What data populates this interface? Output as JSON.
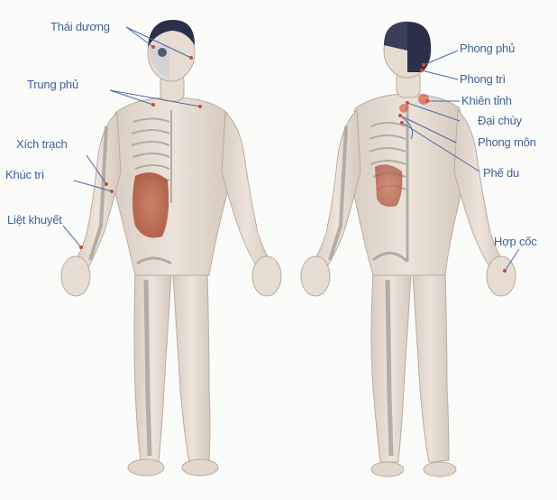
{
  "colors": {
    "label_text": "#3f5f9a",
    "leader_line": "#4a6aa8",
    "skin": "#e8ddd3",
    "skin_shadow": "#cfc2b6",
    "bone": "#d7d4cc",
    "organ": "#c0674a",
    "hair": "#2b2f4a",
    "point": "#d04a3a"
  },
  "front_labels": {
    "thai_duong": "Thái dương",
    "trung_phu": "Trung phủ",
    "xich_trach": "Xích trạch",
    "khuc_tri": "Khúc trì",
    "liet_khuyet": "Liệt khuyết"
  },
  "back_labels": {
    "phong_phu": "Phong phủ",
    "phong_tri": "Phong trì",
    "khien_tinh": "Khiên tỉnh",
    "dai_chuy": "Đại chùy",
    "phong_mon": "Phong môn",
    "phe_du": "Phế du",
    "hop_coc": "Hợp cốc"
  }
}
